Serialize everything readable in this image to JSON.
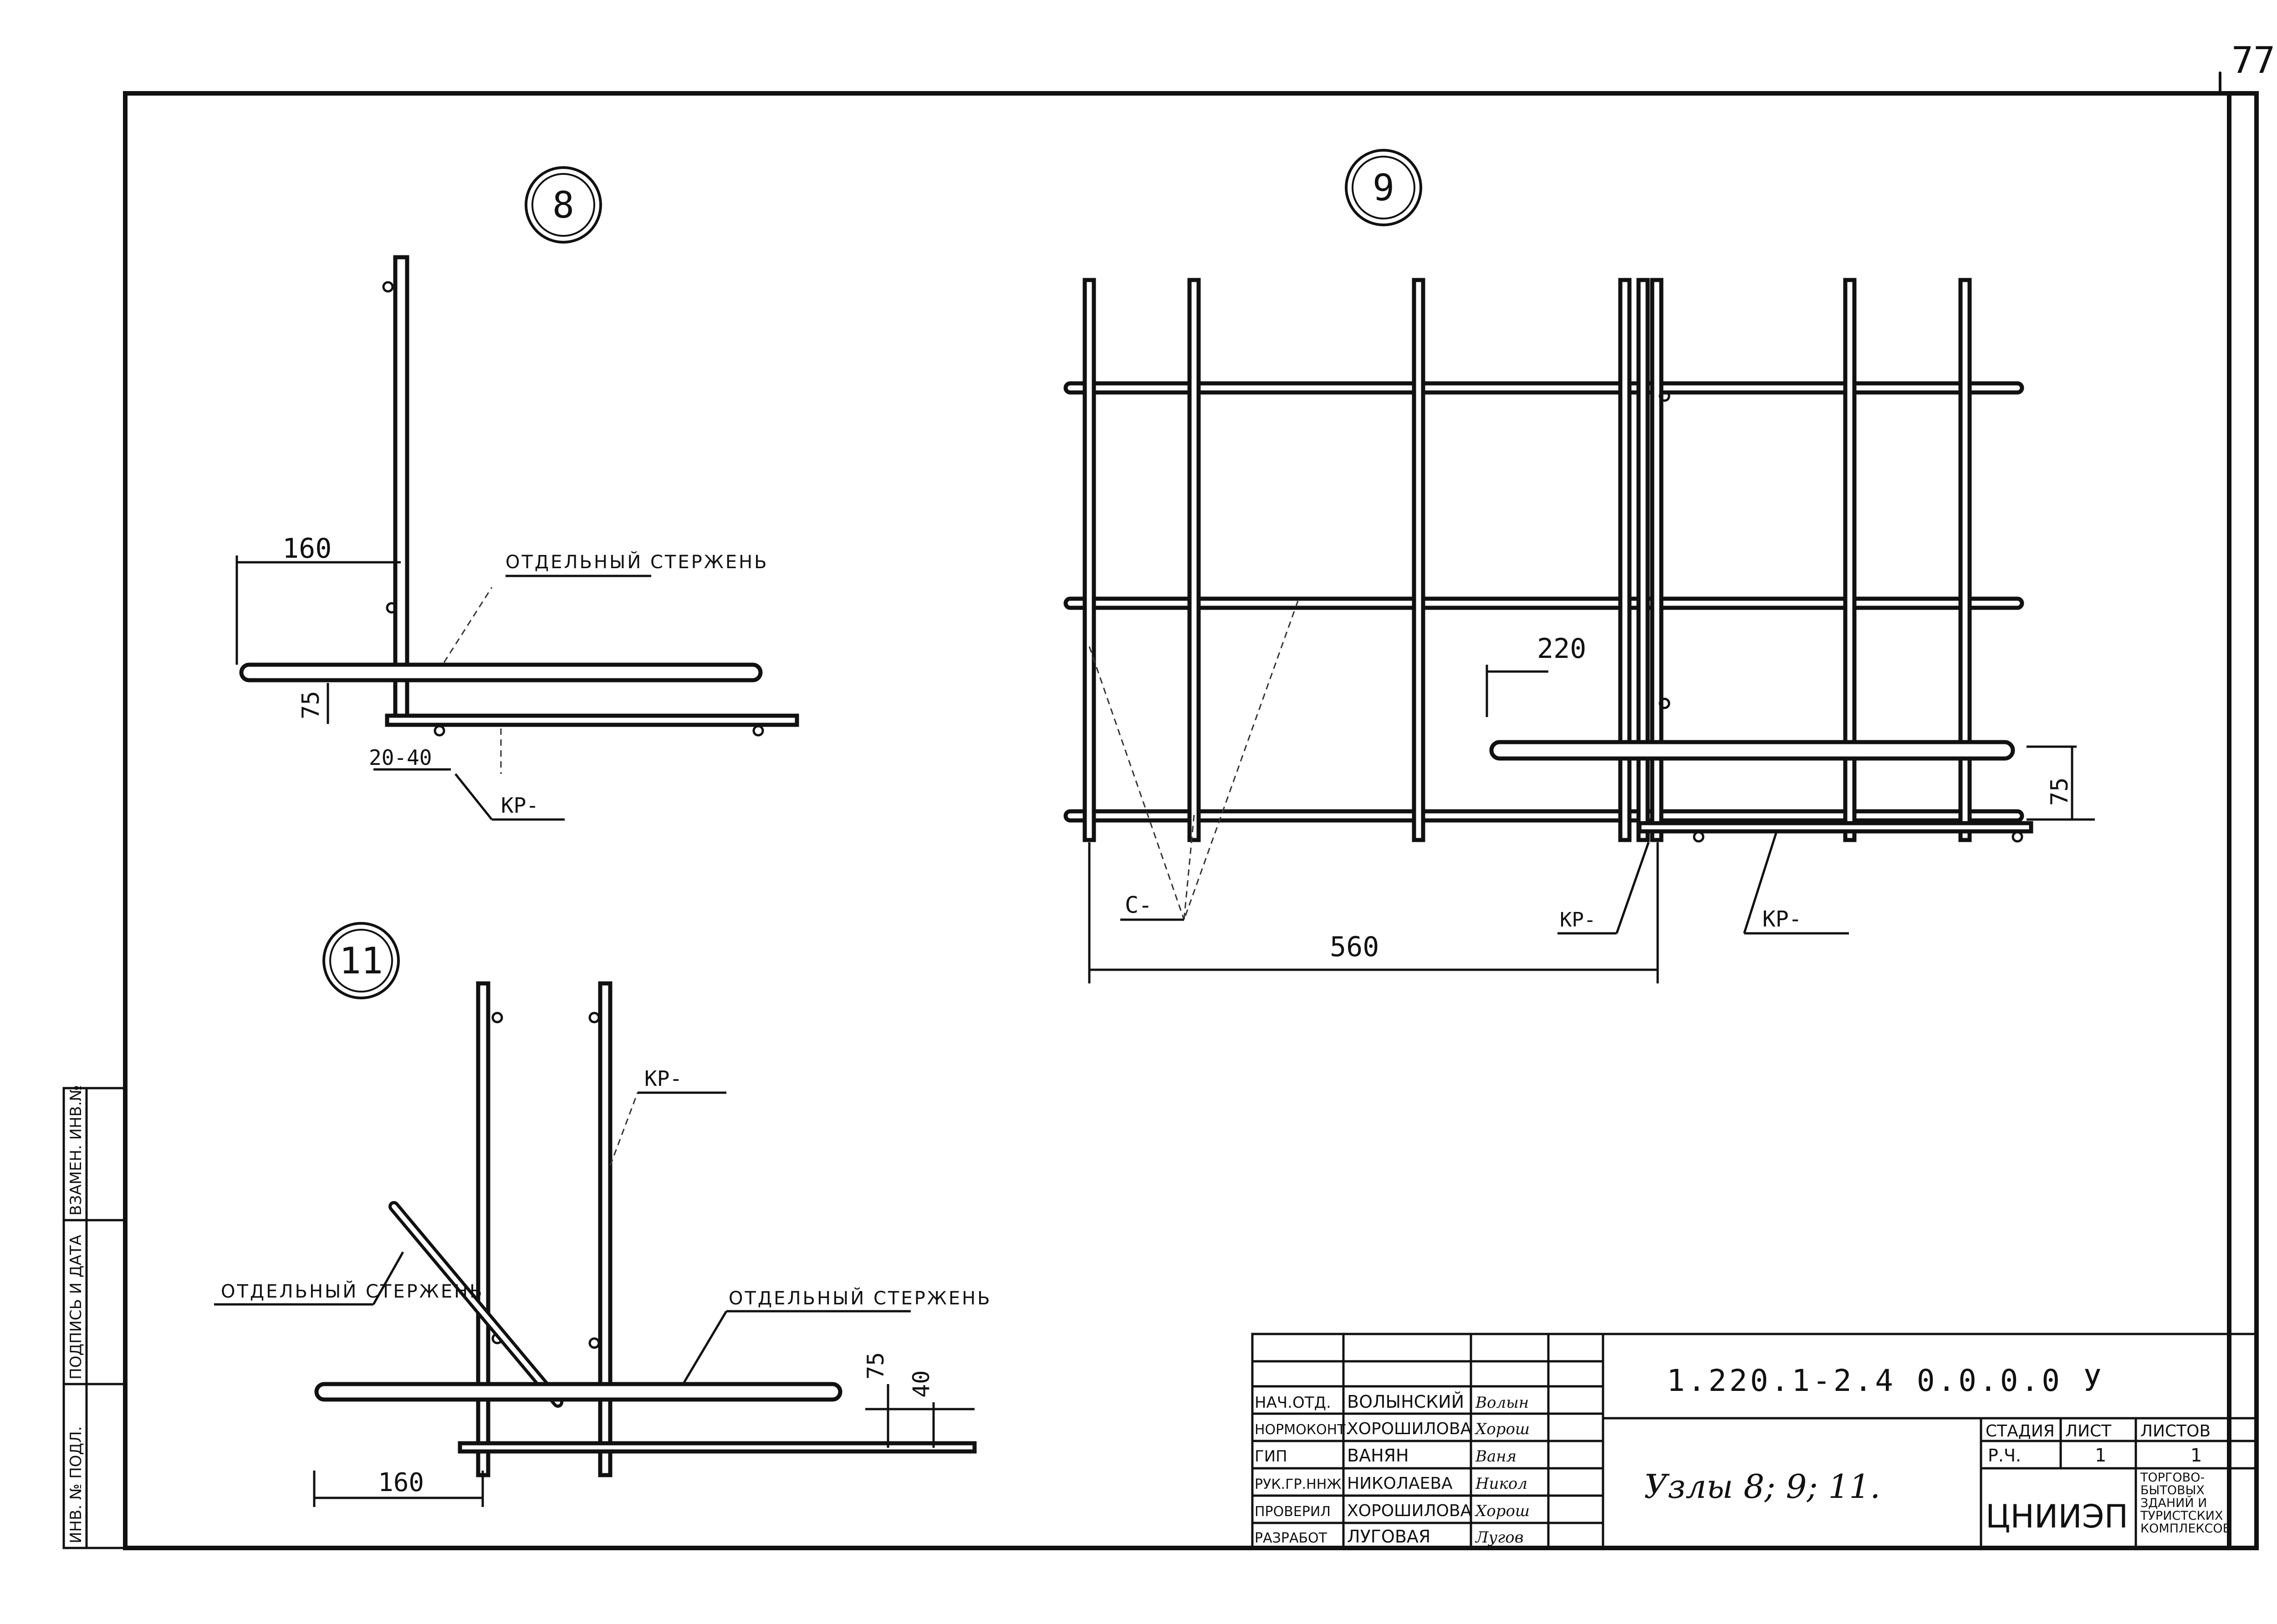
{
  "page_number": "77",
  "nodes": {
    "n8": "8",
    "n9": "9",
    "n11": "11"
  },
  "node8": {
    "dim_160": "160",
    "dim_75": "75",
    "dim_20_40": "20-40",
    "label_rod": "ОТДЕЛЬНЫЙ СТЕРЖЕНЬ",
    "label_kr": "КР-"
  },
  "node9": {
    "dim_220": "220",
    "dim_75": "75",
    "dim_560": "560",
    "label_c": "С-",
    "label_kr_left": "КР-",
    "label_kr_right": "КР-"
  },
  "node11": {
    "label_kr": "КР-",
    "label_rod_left": "ОТДЕЛЬНЫЙ СТЕРЖЕНЬ",
    "label_rod_right": "ОТДЕЛЬНЫЙ СТЕРЖЕНЬ",
    "dim_75": "75",
    "dim_40": "40",
    "dim_160": "160"
  },
  "side_stamp": {
    "inv_orig": "ИНВ. № ПОДЛ.",
    "sign_date": "ПОДПИСЬ И ДАТА",
    "replace_inv": "ВЗАМЕН. ИНВ.№"
  },
  "title_block": {
    "doc_code": "1.220.1-2.4 0.0.0.0 У",
    "sheet_title": "Узлы 8; 9; 11.",
    "org": "ЦНИИЭП",
    "stage_header": "СТАДИЯ",
    "sheet_header": "ЛИСТ",
    "sheets_header": "ЛИСТОВ",
    "stage": "Р.Ч.",
    "sheet": "1",
    "sheets": "1",
    "org_note": "ТОРГОВО-БЫТОВЫХ ЗДАНИЙ И ТУРИСТСКИХ КОМПЛЕКСОВ",
    "signers": [
      {
        "role": "НАЧ.ОТД.",
        "name": "ВОЛЫНСКИЙ",
        "sign": "Волын"
      },
      {
        "role": "НОРМОКОНТ.",
        "name": "ХОРОШИЛОВА",
        "sign": "Хорош"
      },
      {
        "role": "ГИП",
        "name": "ВАНЯН",
        "sign": "Ваня"
      },
      {
        "role": "РУК.ГР.ННЖ",
        "name": "НИКОЛАЕВА",
        "sign": "Никол"
      },
      {
        "role": "ПРОВЕРИЛ",
        "name": "ХОРОШИЛОВА",
        "sign": "Хорош"
      },
      {
        "role": "РАЗРАБОТ",
        "name": "ЛУГОВАЯ",
        "sign": "Лугов"
      }
    ]
  }
}
